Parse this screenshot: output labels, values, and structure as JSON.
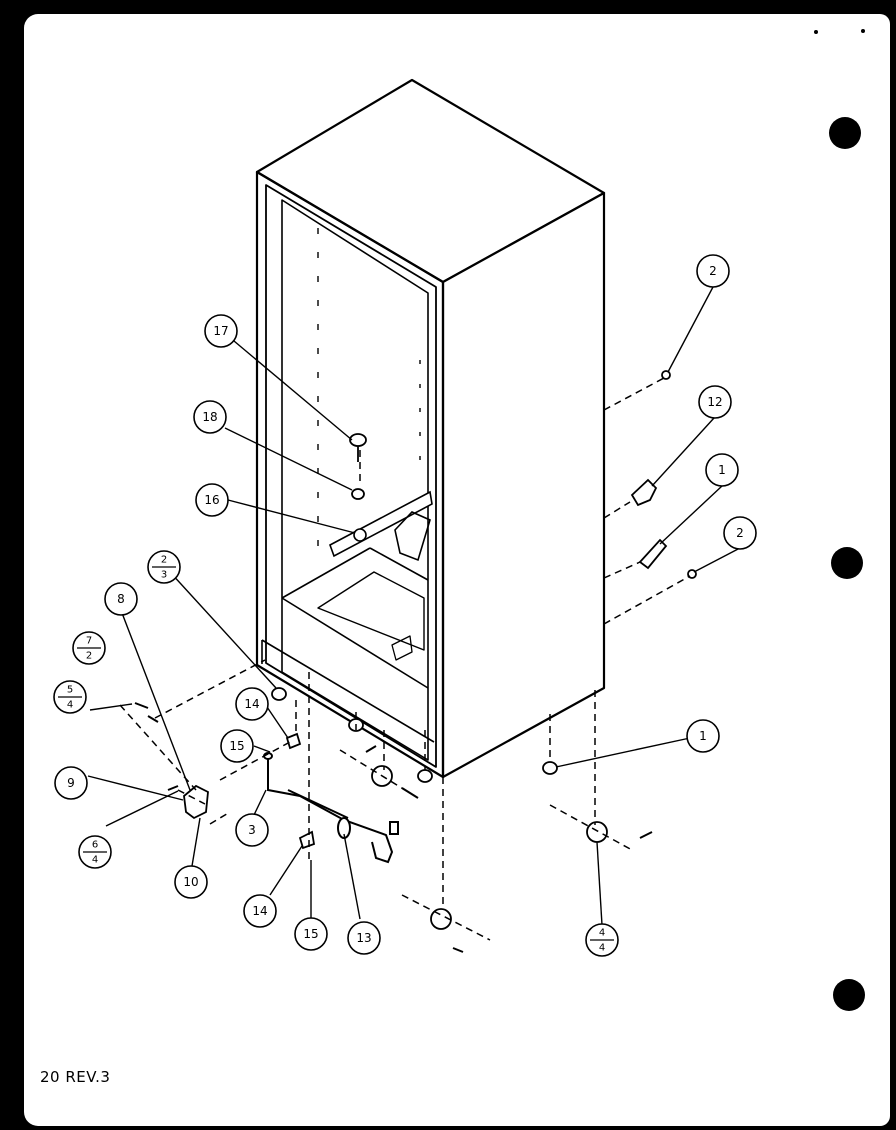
{
  "footer": {
    "label": "20 REV.3"
  },
  "callouts": [
    {
      "id": "c-2a",
      "text": "2"
    },
    {
      "id": "c-12",
      "text": "12"
    },
    {
      "id": "c-1a",
      "text": "1"
    },
    {
      "id": "c-2b",
      "text": "2"
    },
    {
      "id": "c-1b",
      "text": "1"
    },
    {
      "id": "c-17",
      "text": "17"
    },
    {
      "id": "c-18",
      "text": "18"
    },
    {
      "id": "c-16",
      "text": "16"
    },
    {
      "id": "c-8",
      "text": "8"
    },
    {
      "id": "c-9",
      "text": "9"
    },
    {
      "id": "c-10",
      "text": "10"
    },
    {
      "id": "c-14a",
      "text": "14"
    },
    {
      "id": "c-15a",
      "text": "15"
    },
    {
      "id": "c-3",
      "text": "3"
    },
    {
      "id": "c-14b",
      "text": "14"
    },
    {
      "id": "c-15b",
      "text": "15"
    },
    {
      "id": "c-13",
      "text": "13"
    }
  ],
  "fraction_callouts": [
    {
      "id": "f-2-3",
      "num": "2",
      "den": "3"
    },
    {
      "id": "f-7-2",
      "num": "7",
      "den": "2"
    },
    {
      "id": "f-5-4",
      "num": "5",
      "den": "4"
    },
    {
      "id": "f-6-4",
      "num": "6",
      "den": "4"
    },
    {
      "id": "f-4-4",
      "num": "4",
      "den": "4"
    }
  ]
}
